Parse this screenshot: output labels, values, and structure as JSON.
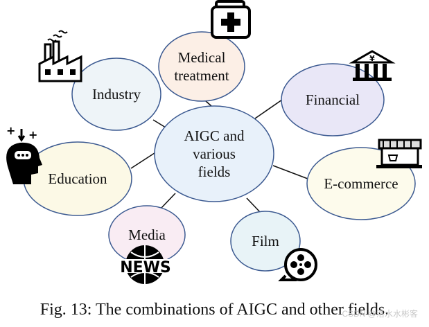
{
  "center": {
    "label_lines": [
      "AIGC and",
      "various",
      "fields"
    ]
  },
  "nodes": [
    {
      "id": "medical",
      "label_lines": [
        "Medical",
        "treatment"
      ],
      "fill": "#fcefe6",
      "icon": "medical-kit-icon"
    },
    {
      "id": "financial",
      "label_lines": [
        "Financial"
      ],
      "fill": "#e9e7f7",
      "icon": "bank-icon"
    },
    {
      "id": "ecommerce",
      "label_lines": [
        "E-commerce"
      ],
      "fill": "#fdfbec",
      "icon": "storefront-icon"
    },
    {
      "id": "film",
      "label_lines": [
        "Film"
      ],
      "fill": "#e8f3f7",
      "icon": "film-reel-icon"
    },
    {
      "id": "media",
      "label_lines": [
        "Media"
      ],
      "fill": "#f9ecf3",
      "icon": "news-icon"
    },
    {
      "id": "education",
      "label_lines": [
        "Education"
      ],
      "fill": "#fcf9e6",
      "icon": "head-thinking-icon"
    },
    {
      "id": "industry",
      "label_lines": [
        "Industry"
      ],
      "fill": "#eef4f8",
      "icon": "factory-icon"
    }
  ],
  "colors": {
    "center_fill": "#e8f1fa",
    "stroke": "#3c5a91",
    "edge": "#111111"
  },
  "caption": "Fig. 13: The combinations of AIGC and other fields.",
  "watermark": "CSDN @洛水水彬客"
}
